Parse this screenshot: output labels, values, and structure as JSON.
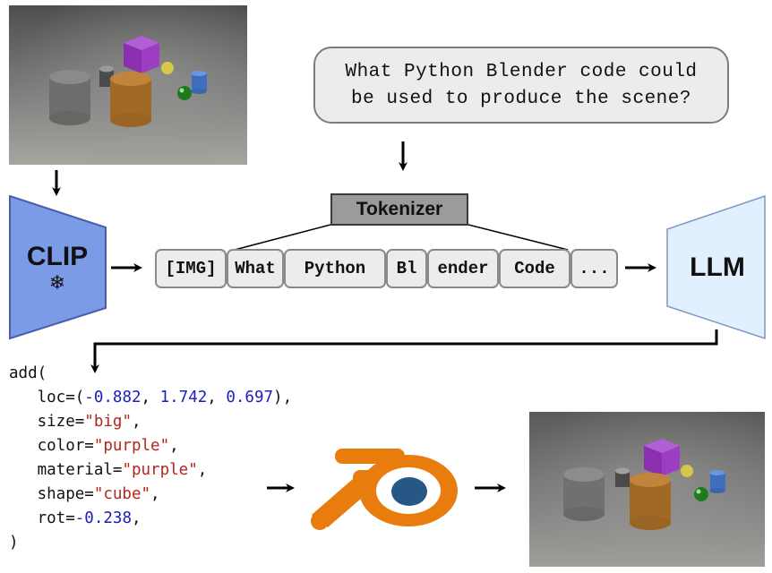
{
  "prompt": {
    "line1": "What Python Blender code could",
    "line2": "be used to produce the scene?"
  },
  "tokenizer_label": "Tokenizer",
  "clip_label": "CLIP",
  "clip_icon": "❄",
  "llm_label": "LLM",
  "tokens": [
    "[IMG]",
    "What",
    "Python",
    "Bl",
    "ender",
    "Code",
    "..."
  ],
  "code": {
    "line0": "add(",
    "loc": {
      "key": "loc=(",
      "v1": "-0.882",
      "v2": "1.742",
      "v3": "0.697",
      "close": "),"
    },
    "size": {
      "key": "size=",
      "value": "\"big\"",
      "comma": ","
    },
    "color": {
      "key": "color=",
      "value": "\"purple\"",
      "comma": ","
    },
    "material": {
      "key": "material=",
      "value": "\"purple\"",
      "comma": ","
    },
    "shape": {
      "key": "shape=",
      "value": "\"cube\"",
      "comma": ","
    },
    "rot": {
      "key": "rot=",
      "value": "-0.238",
      "comma": ","
    },
    "close": ")"
  },
  "colors": {
    "clip_fill": "#7b9be6",
    "llm_fill": "#e2efff",
    "blender_orange": "#e87d0d",
    "blender_blue": "#265787",
    "code_number": "#1d1dbb",
    "code_string": "#b3261e"
  }
}
